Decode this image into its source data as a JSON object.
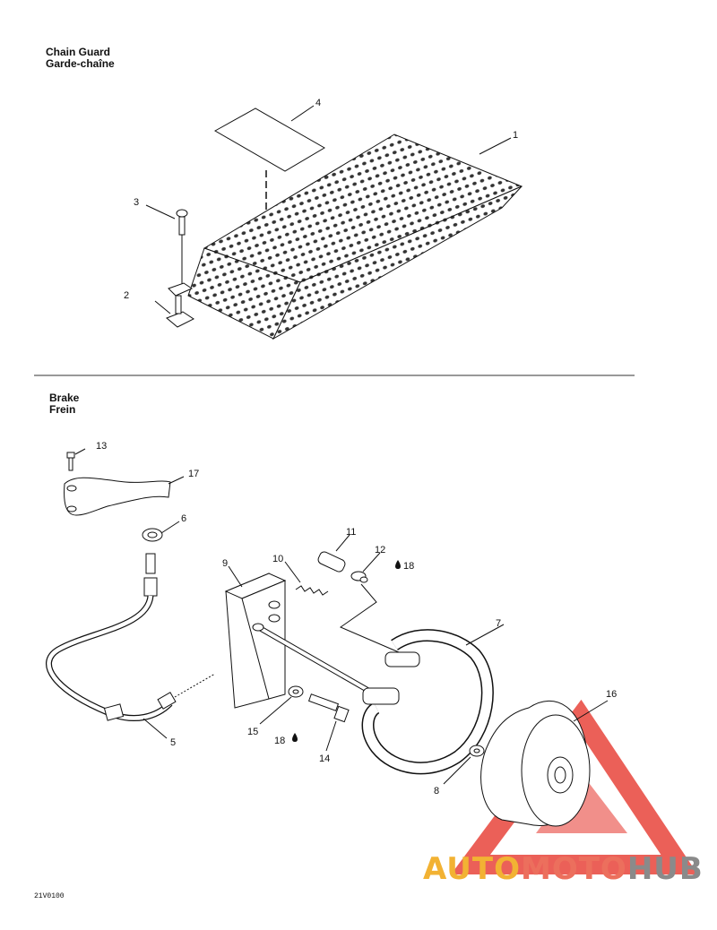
{
  "sections": {
    "chain_guard": {
      "title_en": "Chain Guard",
      "title_fr": "Garde-chaîne"
    },
    "brake": {
      "title_en": "Brake",
      "title_fr": "Frein"
    }
  },
  "callouts": {
    "c1": "1",
    "c2": "2",
    "c3": "3",
    "c4": "4",
    "c5": "5",
    "c6": "6",
    "c7": "7",
    "c8": "8",
    "c9": "9",
    "c10": "10",
    "c11": "11",
    "c12": "12",
    "c13": "13",
    "c14": "14",
    "c15": "15",
    "c16": "16",
    "c17": "17",
    "c18a": "18",
    "c18b": "18"
  },
  "doc_code": "21V0100",
  "watermark": {
    "part1": "AUTO",
    "part2": "MOTO",
    "part3": "HUB"
  },
  "colors": {
    "watermark_red": "#e8453c",
    "watermark_orange": "#f2b233",
    "watermark_gray": "#8a8a8a"
  }
}
